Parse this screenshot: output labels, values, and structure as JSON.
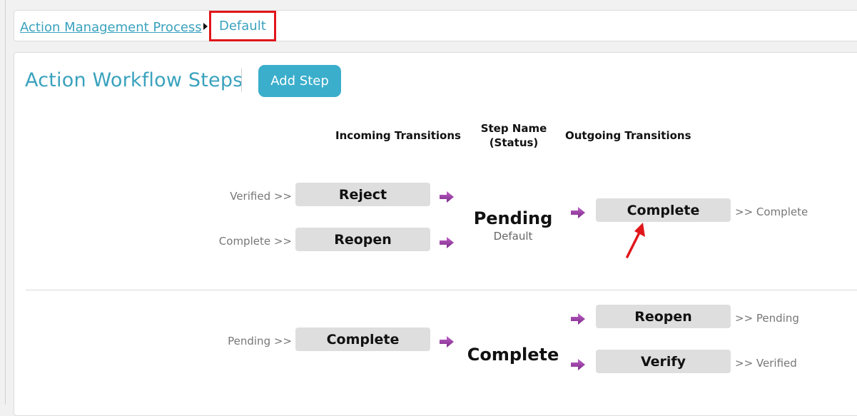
{
  "breadcrumb": {
    "parent_label": "Action Management Process",
    "current_label": "Default"
  },
  "header": {
    "title": "Action Workflow Steps",
    "add_step_label": "Add Step"
  },
  "columns": {
    "incoming": "Incoming Transitions",
    "step_name_line1": "Step Name",
    "step_name_line2": "(Status)",
    "outgoing": "Outgoing Transitions"
  },
  "steps": [
    {
      "name": "Pending",
      "status": "Default",
      "incoming": [
        {
          "from": "Verified >>",
          "label": "Reject"
        },
        {
          "from": "Complete >>",
          "label": "Reopen"
        }
      ],
      "outgoing": [
        {
          "label": "Complete",
          "to": ">> Complete"
        }
      ]
    },
    {
      "name": "Complete",
      "status": "",
      "incoming": [
        {
          "from": "Pending >>",
          "label": "Complete"
        }
      ],
      "outgoing": [
        {
          "label": "Reopen",
          "to": ">> Pending"
        },
        {
          "label": "Verify",
          "to": ">> Verified"
        }
      ]
    }
  ],
  "colors": {
    "accent": "#3aa2bd",
    "button_accent": "#3aaecb",
    "arrow": "#a040a8",
    "highlight": "#e0161b",
    "transition_bg": "#dedede"
  },
  "icons": {
    "arrow": "purple-right-arrow-icon",
    "separator": "breadcrumb-separator-icon",
    "annotation": "red-pointer-arrow-icon"
  }
}
